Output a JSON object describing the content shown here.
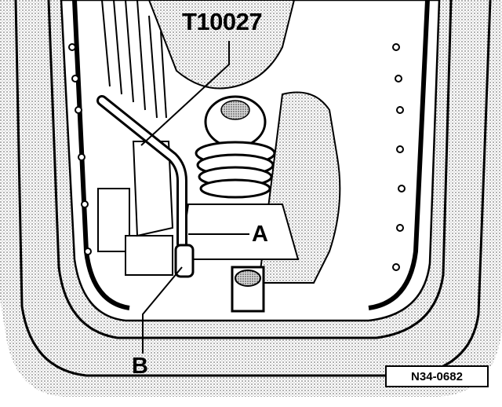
{
  "diagram": {
    "labels": {
      "tool": "T10027",
      "a": "A",
      "b": "B"
    },
    "figure_id": "N34-0682"
  },
  "colors": {
    "ink": "#000000",
    "paper": "#ffffff",
    "shade": "#c8c8c8"
  }
}
